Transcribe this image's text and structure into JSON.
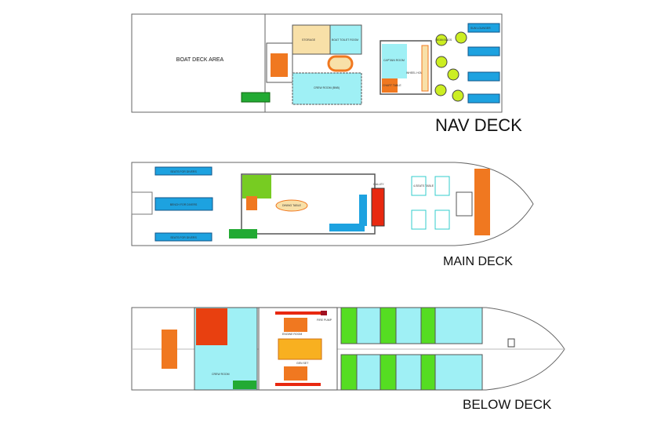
{
  "nav_deck": {
    "title": "NAV DECK",
    "boat_deck_area": "BOAT DECK AREA",
    "rooms": {
      "store": "STORAGE",
      "toilet": "BOAT TOILET ROOM",
      "crew": "CREW ROOM (BNB)",
      "captain": "CAPTAIN ROOM",
      "wheel_house": "WHEEL HOUSE",
      "chart_table": "CHART TABLE"
    },
    "bean_bag_label": "BEAN BAGS",
    "sun_lounger_label": "SUN LOUNGER"
  },
  "main_deck": {
    "title": "MAIN DECK",
    "seats_for_divers": "SEATS FOR DIVERS",
    "center_bench": "BENCH FOR DIVERS",
    "dining": "DINING TABLE",
    "table_label": "4-SEATS TABLE",
    "galley": "GALLEY"
  },
  "below_deck": {
    "title": "BELOW DECK",
    "engine_room": "ENGINE ROOM",
    "crew_room": "CREW ROOM",
    "gen_set": "GEN SET",
    "fire_pump": "FIRE PUMP"
  },
  "colors": {
    "cyan": "#9ff0f5",
    "green": "#33cc33",
    "orange": "#f07820",
    "red": "#e82810",
    "blue": "#1da2e0",
    "tan": "#f8e0a8",
    "yellow_green": "#ccee22",
    "brown": "#a06040"
  }
}
